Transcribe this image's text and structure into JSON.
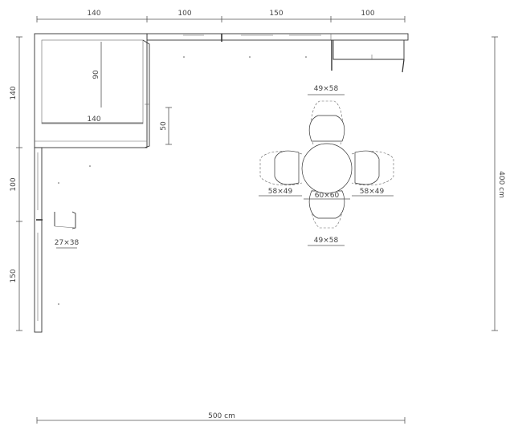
{
  "dimensions": {
    "top_1": "140",
    "top_2": "100",
    "top_3": "150",
    "top_4": "100",
    "left_1": "140",
    "left_2": "100",
    "left_3": "150",
    "bottom_total": "500 cm",
    "right_total": "400 cm",
    "corner_depth": "90",
    "corner_width": "140",
    "counter_depth": "50",
    "small_item": "27×38"
  },
  "dining_set": {
    "table": "60×60",
    "chair_top": "49×58",
    "chair_bottom": "49×58",
    "chair_left": "58×49",
    "chair_right": "58×49"
  }
}
